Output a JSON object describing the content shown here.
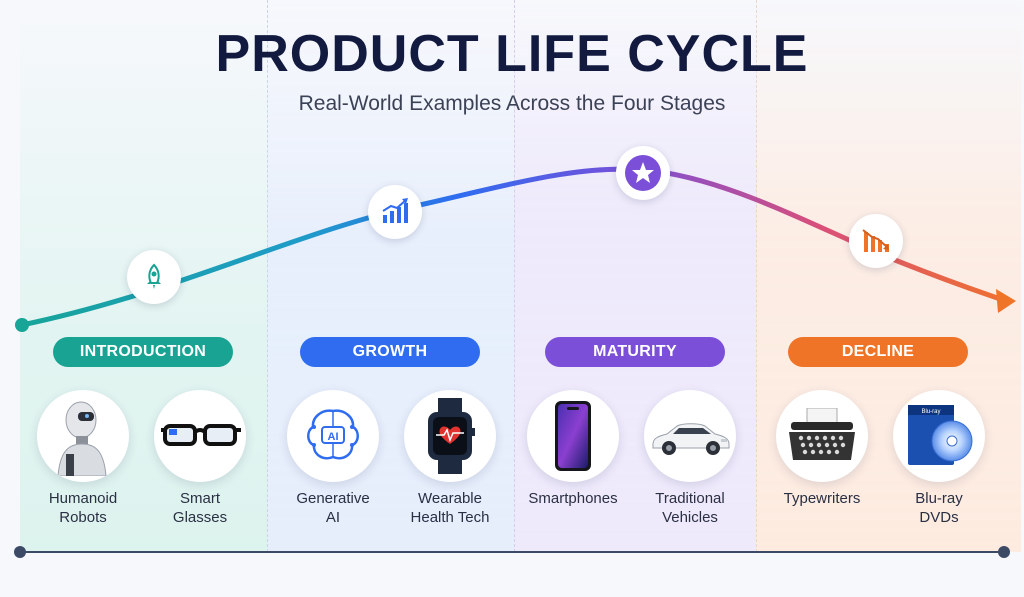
{
  "title": "PRODUCT LIFE CYCLE",
  "subtitle": "Real-World Examples Across the Four Stages",
  "stages": [
    {
      "name": "INTRODUCTION",
      "color": "#18a392",
      "icon": "rocket-icon",
      "examples": [
        {
          "line1": "Humanoid",
          "line2": "Robots",
          "icon": "humanoid-robot-icon"
        },
        {
          "line1": "Smart",
          "line2": "Glasses",
          "icon": "smart-glasses-icon"
        }
      ]
    },
    {
      "name": "GROWTH",
      "color": "#2f6cf0",
      "icon": "growth-bar-chart-icon",
      "examples": [
        {
          "line1": "Generative",
          "line2": "AI",
          "icon": "ai-brain-icon"
        },
        {
          "line1": "Wearable",
          "line2": "Health Tech",
          "icon": "smartwatch-icon"
        }
      ]
    },
    {
      "name": "MATURITY",
      "color": "#7b4fd8",
      "icon": "star-icon",
      "examples": [
        {
          "line1": "Smartphones",
          "line2": "",
          "icon": "smartphone-icon"
        },
        {
          "line1": "Traditional",
          "line2": "Vehicles",
          "icon": "car-icon"
        }
      ]
    },
    {
      "name": "DECLINE",
      "color": "#f07428",
      "icon": "decline-bar-chart-icon",
      "examples": [
        {
          "line1": "Typewriters",
          "line2": "",
          "icon": "typewriter-icon"
        },
        {
          "line1": "Blu-ray",
          "line2": "DVDs",
          "icon": "bluray-disc-icon"
        }
      ]
    }
  ]
}
